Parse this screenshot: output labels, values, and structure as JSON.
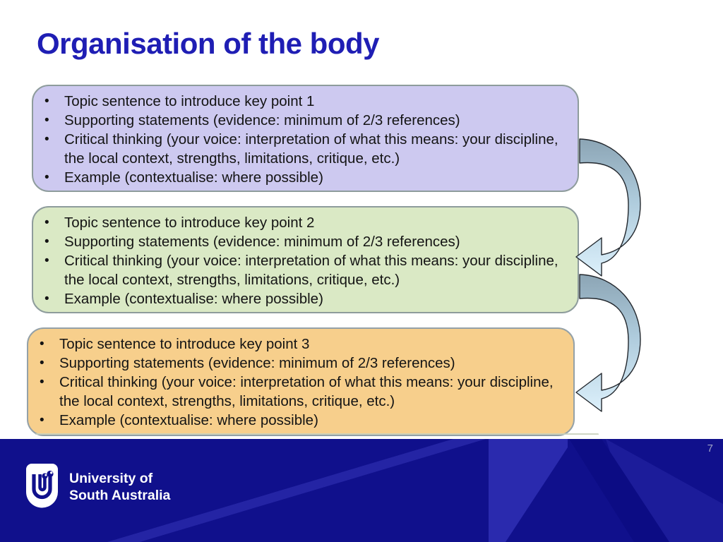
{
  "slide": {
    "title": "Organisation of the body",
    "page_number": "7"
  },
  "boxes": [
    {
      "name": "key-point-1",
      "fill": "#CDC9F0",
      "border": "#8E9C9C",
      "bullets": [
        "Topic sentence to introduce key point 1",
        "Supporting statements (evidence: minimum of 2/3 references)",
        "Critical thinking (your voice: interpretation of what this means: your discipline, the local context, strengths, limitations, critique, etc.)",
        "Example (contextualise: where possible)"
      ]
    },
    {
      "name": "key-point-2",
      "fill": "#DAE9C5",
      "border": "#8E9C9C",
      "bullets": [
        "Topic sentence to introduce key point 2",
        "Supporting statements (evidence: minimum of 2/3 references)",
        "Critical thinking (your voice: interpretation of what this means: your discipline, the local context, strengths, limitations, critique, etc.)",
        "Example (contextualise: where possible)"
      ]
    },
    {
      "name": "key-point-3",
      "fill": "#F7CF8C",
      "border": "#94A1A8",
      "bullets": [
        "Topic sentence to introduce key point 3",
        "Supporting statements (evidence: minimum of 2/3 references)",
        "Critical thinking (your voice: interpretation of what this means: your discipline, the local context, strengths, limitations, critique, etc.)",
        "Example (contextualise: where possible)"
      ]
    }
  ],
  "footer": {
    "logo_line1": "University of",
    "logo_line2": "South Australia",
    "background": "#10108C"
  },
  "colors": {
    "title": "#1F1EB4",
    "arrow_top": "#8CA5B5",
    "arrow_bottom": "#DCF0FB",
    "box_border": "#8E9C9C"
  }
}
